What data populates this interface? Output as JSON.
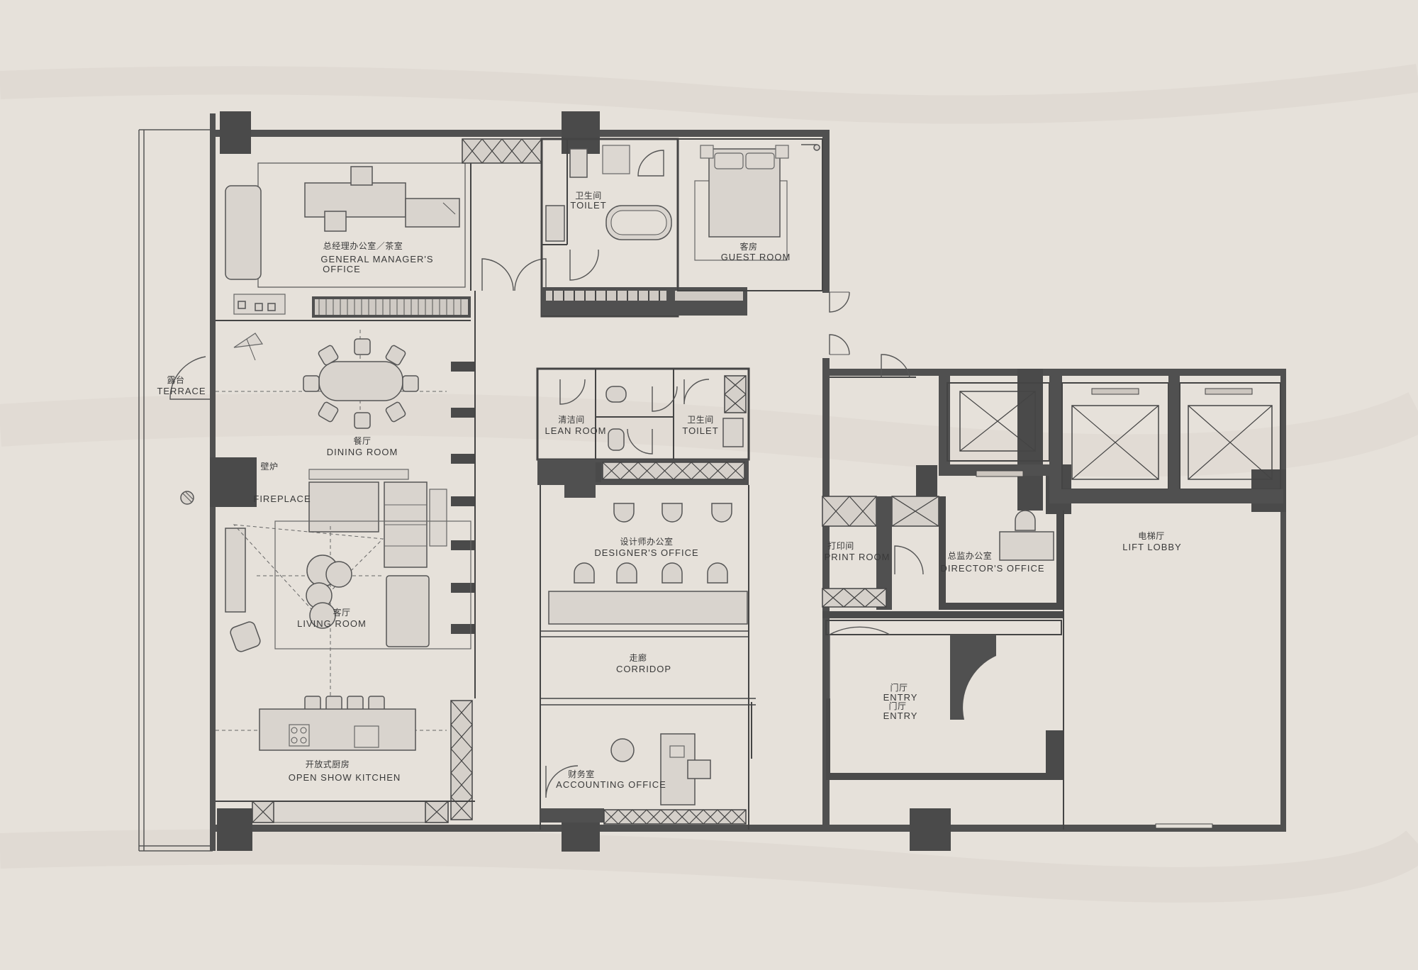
{
  "rooms": {
    "terrace": {
      "cn": "露台",
      "en": "TERRACE"
    },
    "gm_office": {
      "cn": "总经理办公室／茶室",
      "en1": "GENERAL MANAGER'S",
      "en2": "OFFICE"
    },
    "toilet_top": {
      "cn": "卫生间",
      "en": "TOILET"
    },
    "guest_room": {
      "cn": "客房",
      "en": "GUEST ROOM"
    },
    "dining": {
      "cn": "餐厅",
      "en": "DINING ROOM"
    },
    "fireplace": {
      "cn": "壁炉",
      "en": "FIREPLACE"
    },
    "living": {
      "cn": "客厅",
      "en": "LIVING ROOM"
    },
    "kitchen": {
      "cn": "开放式厨房",
      "en": "OPEN SHOW KITCHEN"
    },
    "clean_room": {
      "cn": "清洁间",
      "en": "LEAN ROOM"
    },
    "toilet_mid": {
      "cn": "卫生间",
      "en": "TOILET"
    },
    "designer": {
      "cn": "设计师办公室",
      "en": "DESIGNER'S OFFICE"
    },
    "corridor": {
      "cn": "走廊",
      "en": "CORRIDOP"
    },
    "accounting": {
      "cn": "财务室",
      "en": "ACCOUNTING OFFICE"
    },
    "print_room": {
      "cn": "打印间",
      "en": "PRINT ROOM"
    },
    "director": {
      "cn": "总监办公室",
      "en": "DIRECTOR'S OFFICE"
    },
    "lift_lobby": {
      "cn": "电梯厅",
      "en": "LIFT LOBBY"
    },
    "entry": {
      "cn1": "门厅",
      "en1": "ENTRY",
      "cn2": "门厅",
      "en2": "ENTRY"
    }
  },
  "icons": [
    "elevator-icon",
    "door-swing-icon",
    "bathtub-icon",
    "toilet-icon",
    "bed-icon",
    "table-icon",
    "sofa-icon",
    "chair-icon"
  ]
}
